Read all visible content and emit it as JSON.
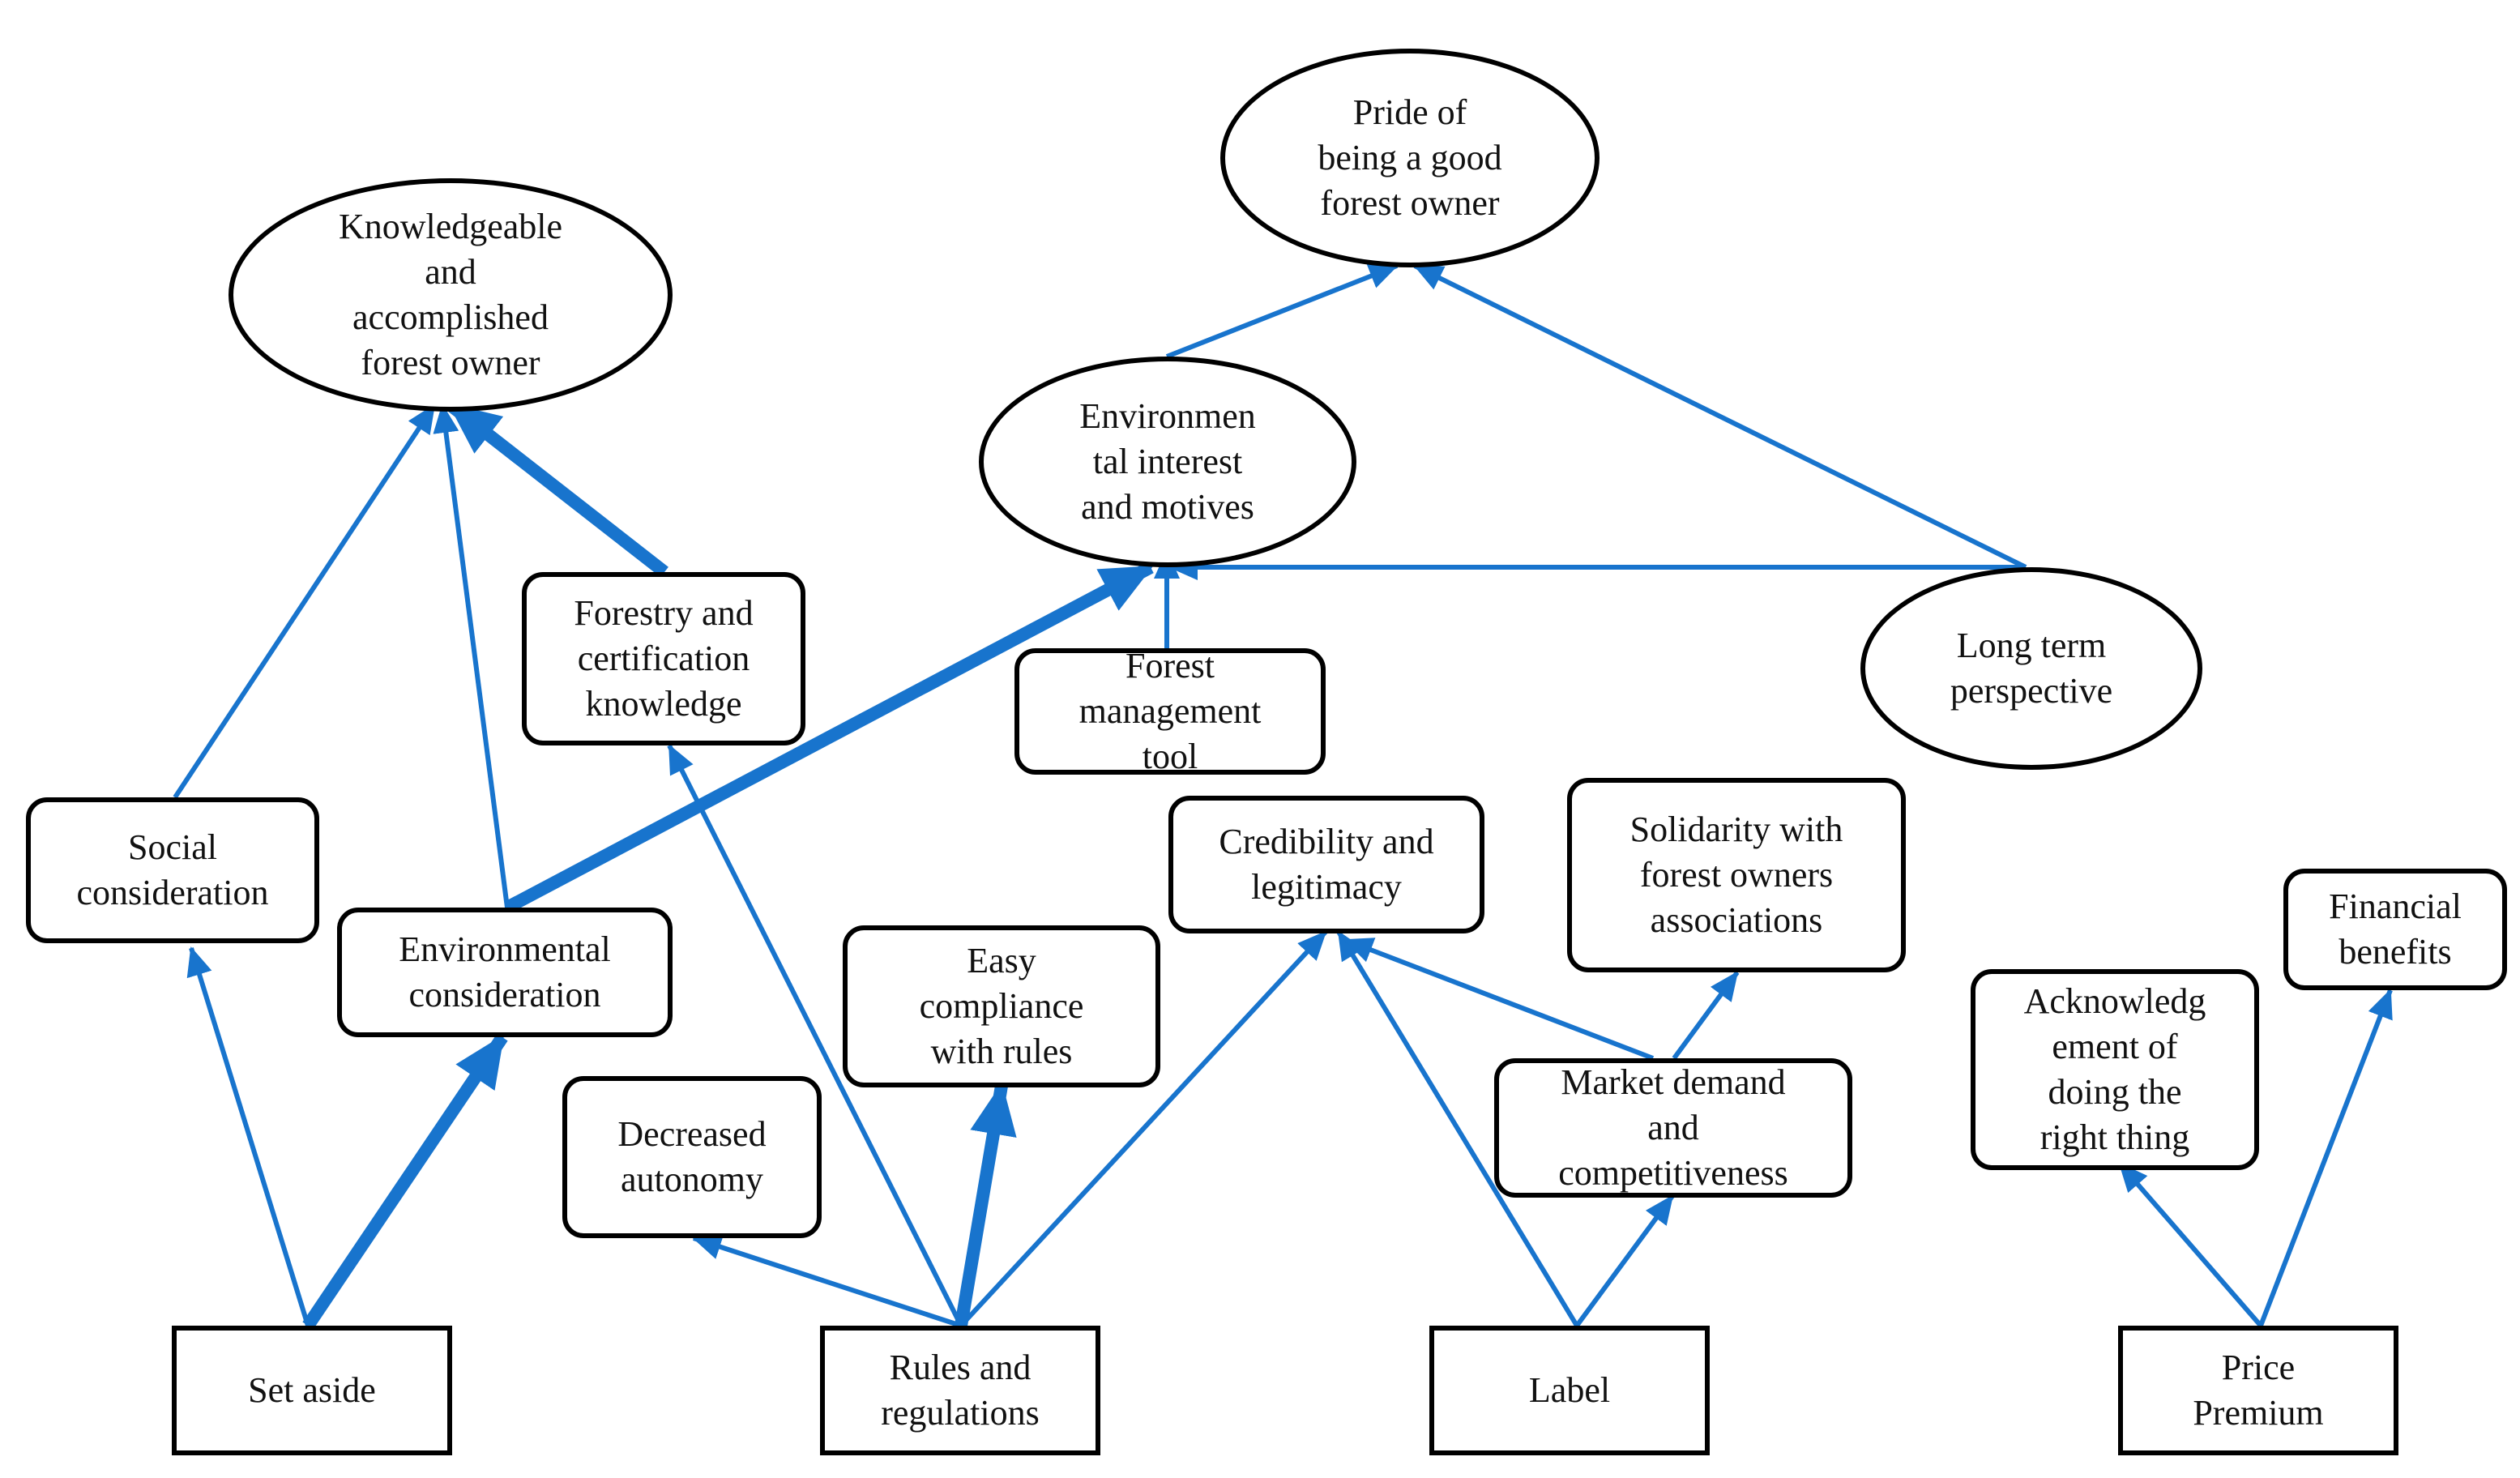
{
  "colors": {
    "edge": "#1874CD",
    "border": "#000000",
    "text": "#111111"
  },
  "nodes": {
    "knowledgeable": "Knowledgeable\nand\naccomplished\nforest owner",
    "pride": "Pride of\nbeing a good\nforest owner",
    "environmental_interest": "Environmen\ntal interest\nand motives",
    "long_term": "Long term\nperspective",
    "forestry_knowledge": "Forestry and\ncertification\nknowledge",
    "forest_management": "Forest\nmanagement\ntool",
    "social": "Social\nconsideration",
    "environmental_consideration": "Environmental\nconsideration",
    "credibility": "Credibility and\nlegitimacy",
    "solidarity": "Solidarity with\nforest owners\nassociations",
    "easy_compliance": "Easy\ncompliance\nwith rules",
    "decreased_autonomy": "Decreased\nautonomy",
    "market_demand": "Market demand\nand\ncompetitiveness",
    "financial_benefits": "Financial\nbenefits",
    "acknowledgement": "Acknowledg\nement of\ndoing the\nright thing",
    "set_aside": "Set aside",
    "rules": "Rules and\nregulations",
    "label": "Label",
    "price_premium": "Price\nPremium"
  }
}
